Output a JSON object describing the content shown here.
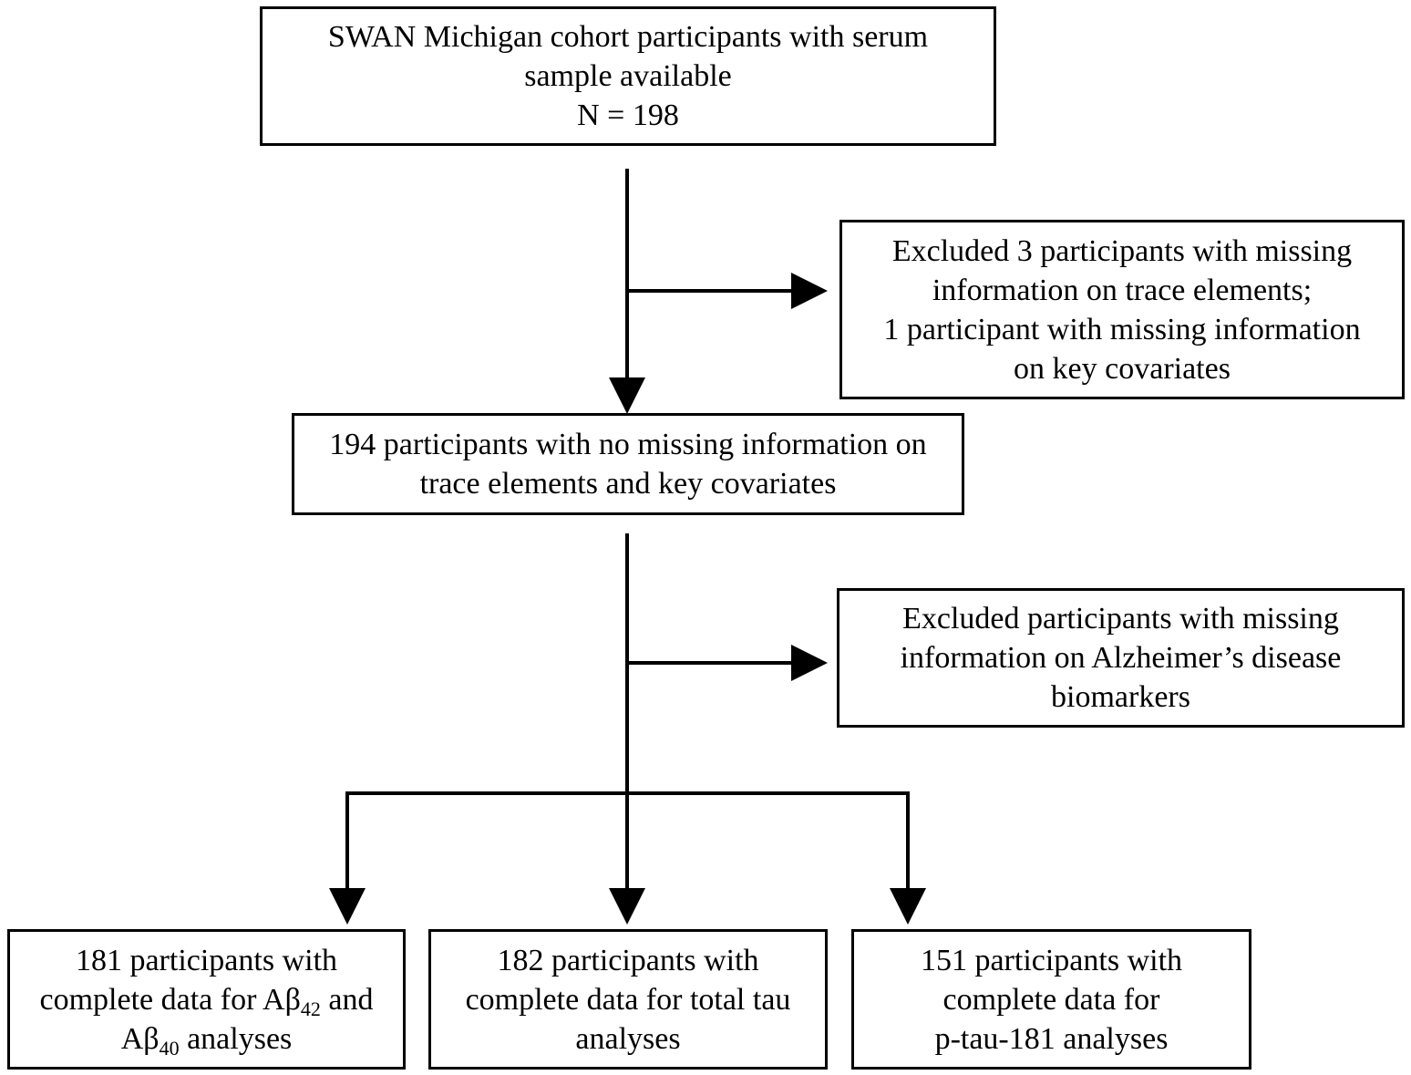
{
  "boxes": {
    "start": {
      "lines": [
        "SWAN Michigan cohort participants with serum",
        "sample available",
        "N = 198"
      ]
    },
    "exclusion1": {
      "lines": [
        "Excluded 3 participants with missing",
        "information on trace elements;",
        "1 participant with missing information",
        "on key covariates"
      ]
    },
    "middle": {
      "lines": [
        "194 participants with no missing information on",
        "trace elements and key covariates"
      ]
    },
    "exclusion2": {
      "lines": [
        "Excluded participants with missing",
        "information on Alzheimer’s disease",
        "biomarkers"
      ]
    },
    "out_abeta": {
      "line1": "181 participants with",
      "line2_pre": "complete data for Aβ",
      "line2_sub": "42",
      "line2_post": " and",
      "line3_pre": "Aβ",
      "line3_sub": "40",
      "line3_post": " analyses"
    },
    "out_tau": {
      "lines": [
        "182 participants with",
        "complete data for total tau",
        "analyses"
      ]
    },
    "out_ptau": {
      "lines": [
        "151 participants with",
        "complete data for",
        "p-tau-181 analyses"
      ]
    }
  },
  "colors": {
    "stroke": "#000000",
    "background": "#ffffff"
  }
}
